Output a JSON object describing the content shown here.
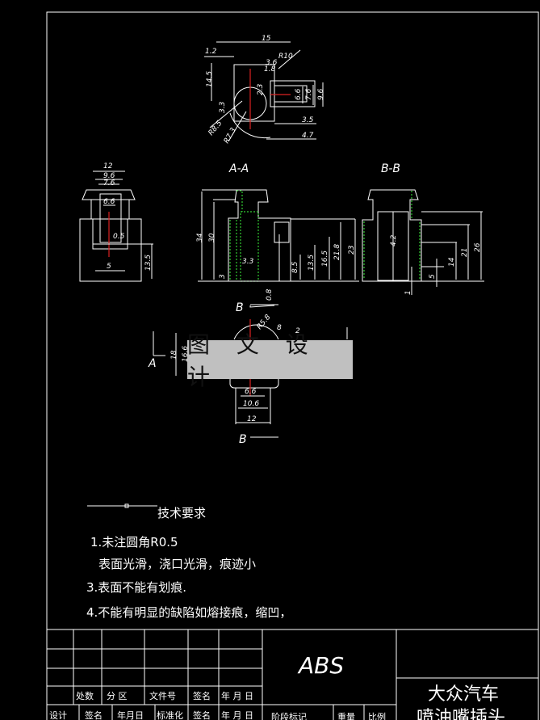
{
  "drawing": {
    "top_view_dims": [
      "15",
      "1.2",
      "R10",
      "3.6",
      "1.8",
      "14.5",
      "6.6",
      "7.6",
      "9.6",
      "3.5",
      "4.7",
      "3.3",
      "R8.5",
      "R7.3",
      "2.3"
    ],
    "side_view_dims": [
      "12",
      "9.6",
      "7.6",
      "6.6",
      "0.5",
      "5",
      "13.5"
    ],
    "section_aa": {
      "label": "A-A",
      "dims": [
        "34",
        "30",
        "3",
        "3.3",
        "8.5",
        "13.5",
        "16.5",
        "21.8",
        "23",
        "0.8"
      ]
    },
    "section_bb": {
      "label": "B-B",
      "dims": [
        "4.2",
        "26",
        "21",
        "14",
        "5",
        "1"
      ]
    },
    "bottom_view": {
      "section_markers": [
        "B",
        "B",
        "A"
      ],
      "dims": [
        "18",
        "16.6",
        "R5.8",
        "8",
        "2",
        "6.6",
        "10.6",
        "12"
      ]
    },
    "watermark": "图 文 设 计"
  },
  "tech_requirements": {
    "title": "技术要求",
    "items": [
      "1.未注圆角R0.5",
      "表面光滑，浇口光滑，痕迹小",
      "3.表面不能有划痕.",
      "4.不能有明显的缺陷如熔接痕，缩凹，"
    ]
  },
  "title_block": {
    "header_row": [
      "处数",
      "分 区",
      "文件号",
      "签名",
      "年 月 日"
    ],
    "bottom_row": [
      "设计",
      "签名",
      "年月日",
      "标准化",
      "签名",
      "年 月 日",
      "阶段标记",
      "重量",
      "比例"
    ],
    "material": "ABS",
    "title_line1": "大众汽车",
    "title_line2": "喷油嘴插头"
  },
  "colors": {
    "background": "#000000",
    "lines": "#ffffff",
    "hatch": "#33cc33",
    "centerline": "#dd2222",
    "watermark_bg": "#c0c0c0"
  }
}
